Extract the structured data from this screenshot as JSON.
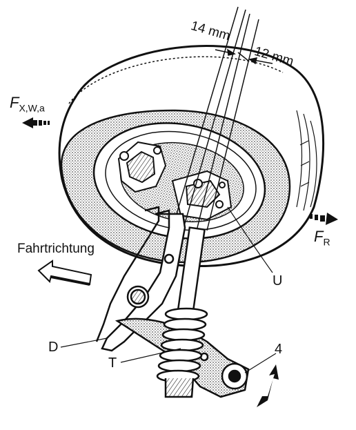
{
  "labels": {
    "dim_left": "14 mm",
    "dim_right": "12 mm",
    "force_x_main": "F",
    "force_x_sub": "X,W,a",
    "force_r_main": "F",
    "force_r_sub": "R",
    "direction": "Fahrtrichtung",
    "u": "U",
    "d": "D",
    "t": "T",
    "four": "4"
  },
  "colors": {
    "ink": "#111111",
    "paper": "#ffffff",
    "shade": "#bdbdbd"
  }
}
